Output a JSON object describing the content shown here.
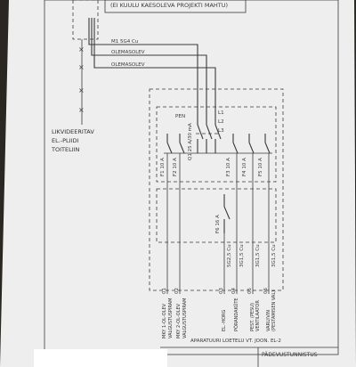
{
  "header": {
    "note": "(EI KUULU KAESOLEVA PROJEKTI MAHTU)"
  },
  "cable_labels": {
    "main_feed": "M1 5G4 Cu",
    "existing_1": "OLEMASOLEV",
    "existing_2": "OLEMASOLEV"
  },
  "left_note": [
    "LIKVIDEERITAV",
    "EL.-PLIIDI",
    "TOITELIIN"
  ],
  "devices": {
    "f1": "F1 10 A",
    "f2": "F2 10 A",
    "q1": "Q1 25 A/30 mA",
    "f3": "F3 10 A",
    "f4": "F4 10 A",
    "f5": "F5 10 A",
    "f6": "F6 16 A"
  },
  "bus_labels": {
    "l1": "L1",
    "l2": "L2",
    "l3": "L3",
    "n": "N",
    "pe": "PE"
  },
  "circuits": [
    {
      "num": "01",
      "cable": "",
      "desc_lines": [
        "MKY 1-OL-OLEV",
        "VALGUSTUSPIRAM"
      ]
    },
    {
      "num": "02",
      "cable": "",
      "desc_lines": [
        "MKY 2-OL-OLEV",
        "VALGUSTUSPIRAM"
      ]
    },
    {
      "num": "03",
      "cable": "5G2,5 Cu",
      "desc_lines": [
        "EL.-HORG"
      ]
    },
    {
      "num": "04",
      "cable": "3G1,5 Cu",
      "desc_lines": [
        "PÕRANDAKÜTE"
      ]
    },
    {
      "num": "05",
      "cable": "3G1,5 Cu",
      "desc_lines": [
        "PEST. (PESU)",
        "VENTILAATOR"
      ]
    },
    {
      "num": "06",
      "cable": "3G1,5 Cu",
      "desc_lines": [
        "VARU/VIN",
        "(PESTAMISEN VAL)"
      ]
    }
  ],
  "footer": {
    "apparatus_note": "APARATUURI LOETELU VT. JOON. EL-2",
    "title": "PÄDEVUSTUNNISTUS"
  }
}
